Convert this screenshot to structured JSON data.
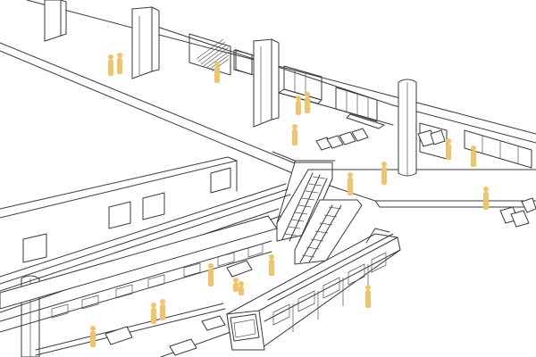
{
  "title": "",
  "colors": {
    "line": "#3a3a3a",
    "background": "#ffffff",
    "figure": "#f1c46a"
  },
  "elements": {
    "upper_concourse": "upper-concourse",
    "lower_platform": "lower-platform",
    "escalator": "escalator",
    "train": "train",
    "columns": "support-columns",
    "fare_gates": "fare-gates",
    "benches": "benches",
    "people": "pedestrian-figures"
  }
}
